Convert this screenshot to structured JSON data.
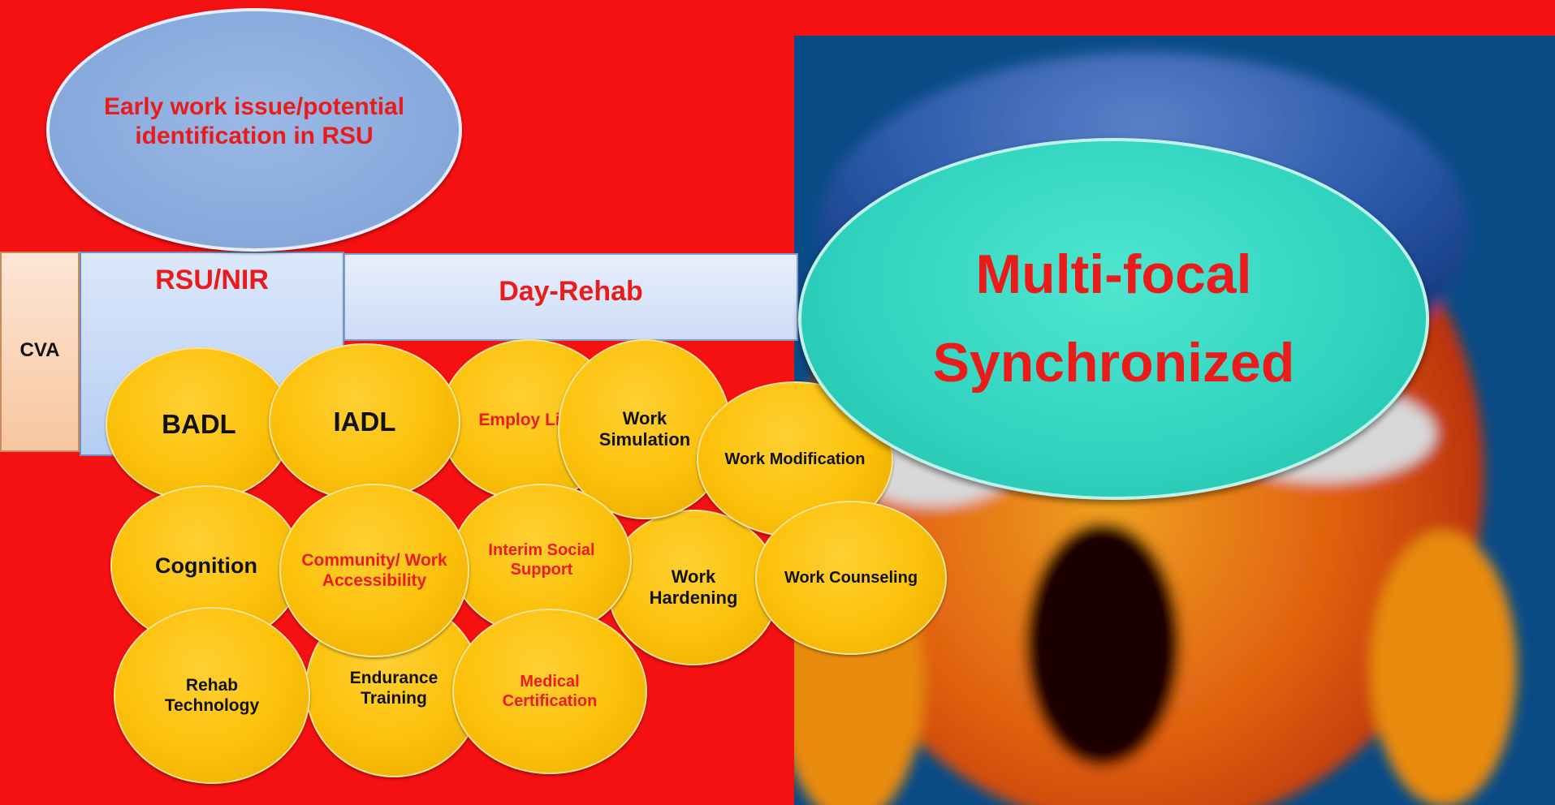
{
  "slide": {
    "early_oval": "Early work issue/potential identification in RSU",
    "stages": {
      "cva": "CVA",
      "rsu_nir": "RSU/NIR",
      "day_rehab": "Day-Rehab"
    },
    "circles": [
      {
        "key": "badl",
        "label": "BADL"
      },
      {
        "key": "iadl",
        "label": "IADL"
      },
      {
        "key": "employ",
        "label": "Employ Liaison"
      },
      {
        "key": "work_sim",
        "label": "Work Simulation"
      },
      {
        "key": "work_mod",
        "label": "Work Modification"
      },
      {
        "key": "cognition",
        "label": "Cognition"
      },
      {
        "key": "community",
        "label": "Community/ Work Accessibility"
      },
      {
        "key": "interim",
        "label": "Interim Social Support"
      },
      {
        "key": "work_hard",
        "label": "Work Hardening"
      },
      {
        "key": "work_couns",
        "label": "Work Counseling"
      },
      {
        "key": "rehab_tech",
        "label": "Rehab Technology"
      },
      {
        "key": "endurance",
        "label": "Endurance Training"
      },
      {
        "key": "medical",
        "label": "Medical Certification"
      }
    ],
    "multi_oval": {
      "line1": "Multi-focal",
      "line2": "Synchronized"
    },
    "colors": {
      "background": "#f51012",
      "label_red": "#ea1b1b",
      "circle_gold": "#fcc10a",
      "teal": "#2fd3bf",
      "panel_blue": "#0a4b86"
    },
    "image": "shocked-emoji-icon"
  }
}
